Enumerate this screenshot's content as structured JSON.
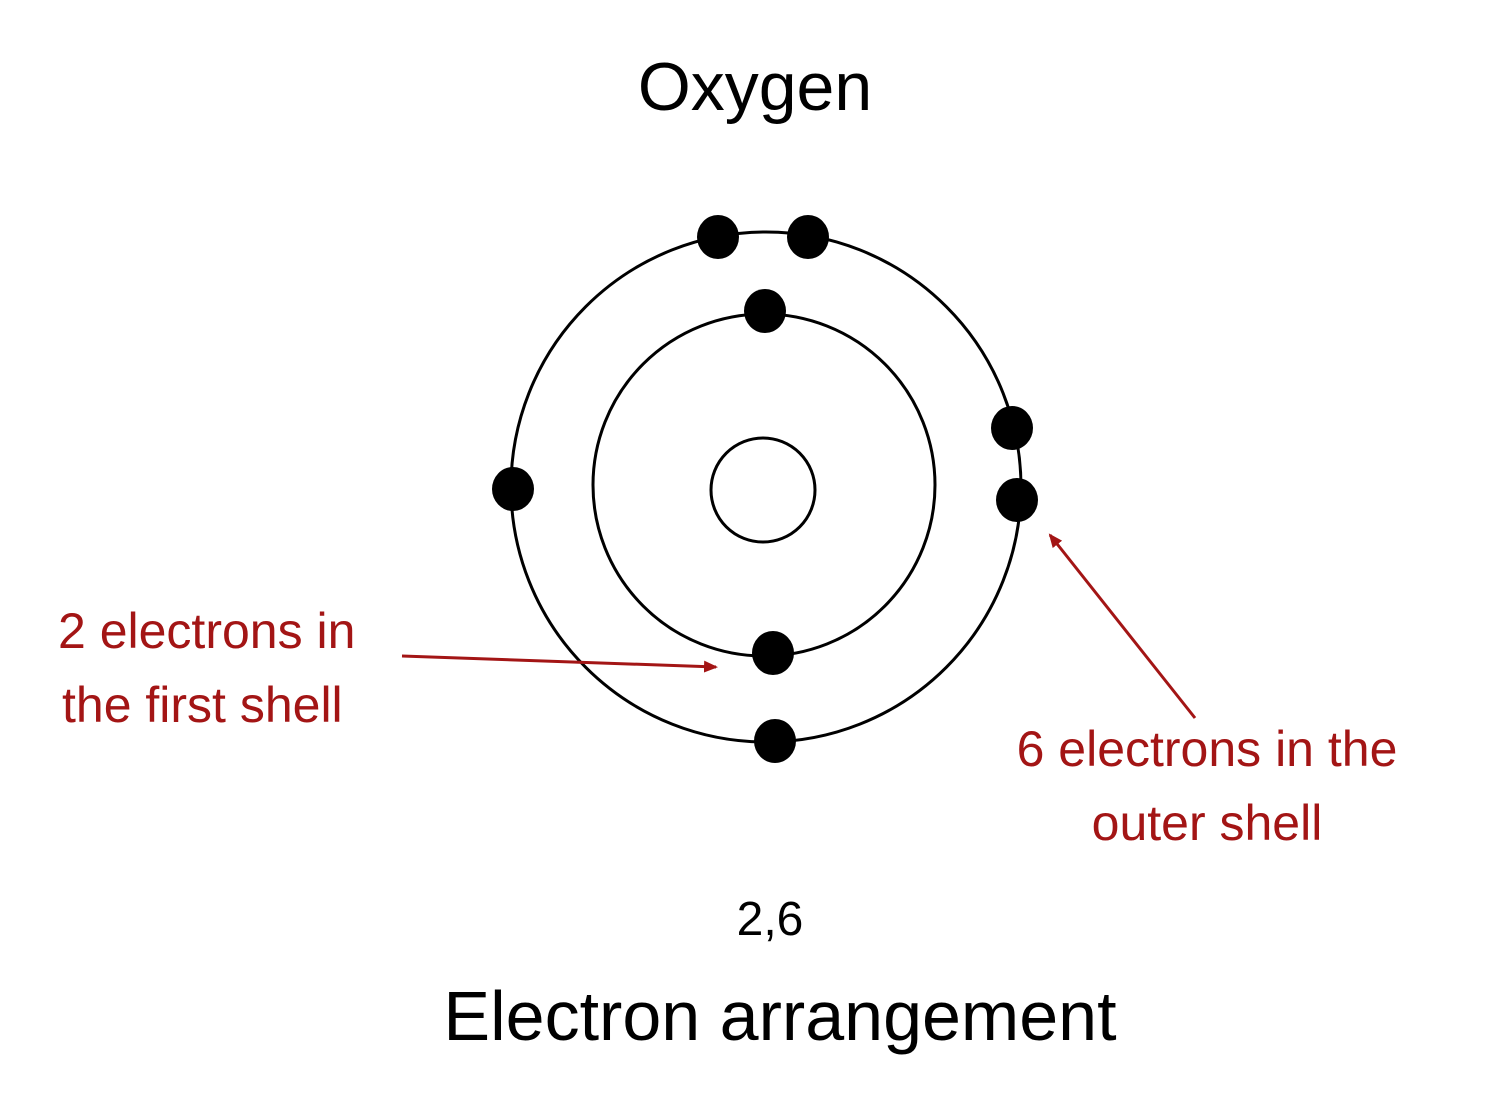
{
  "title": "Oxygen",
  "configuration": "2,6",
  "caption": "Electron arrangement",
  "annotations": {
    "first_shell": {
      "line1": "2 electrons in",
      "line2": "the first shell"
    },
    "outer_shell": {
      "line1": "6 electrons in the",
      "line2": "outer shell"
    }
  },
  "shells": {
    "first_shell_electrons": 2,
    "outer_shell_electrons": 6
  },
  "colors": {
    "annotation": "#a31515",
    "ink": "#000000"
  }
}
